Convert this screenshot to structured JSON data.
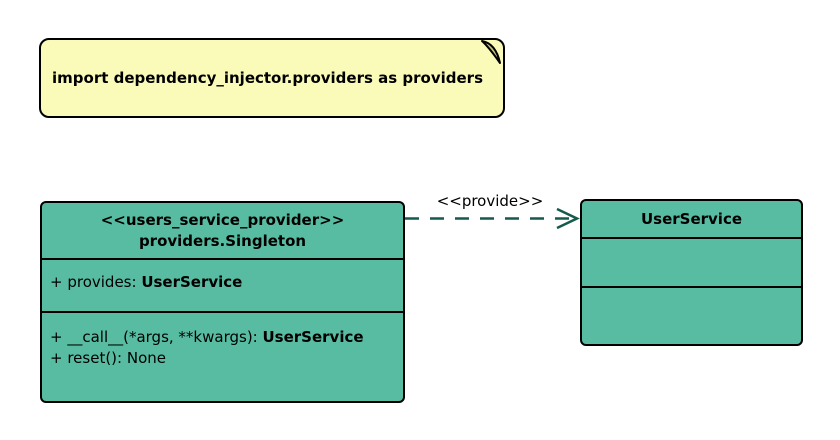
{
  "colors": {
    "class_fill": "#57bca2",
    "note_fill": "#fbfbb9",
    "note_fold": "#c6c67f",
    "edge": "#145a4e",
    "border": "#000000"
  },
  "note": {
    "text": "import dependency_injector.providers as providers",
    "fold_icon": "page-curl"
  },
  "provider_class": {
    "stereotype": "<<users_service_provider>>",
    "name": "providers.Singleton",
    "attributes": [
      {
        "text": "+ provides: ",
        "type": "UserService"
      }
    ],
    "methods": [
      {
        "text": "+ __call__(*args, **kwargs): ",
        "type": "UserService"
      },
      {
        "text": "+ reset(): None",
        "type": ""
      }
    ]
  },
  "service_class": {
    "name": "UserService"
  },
  "edge": {
    "label": "<<provide>>"
  }
}
